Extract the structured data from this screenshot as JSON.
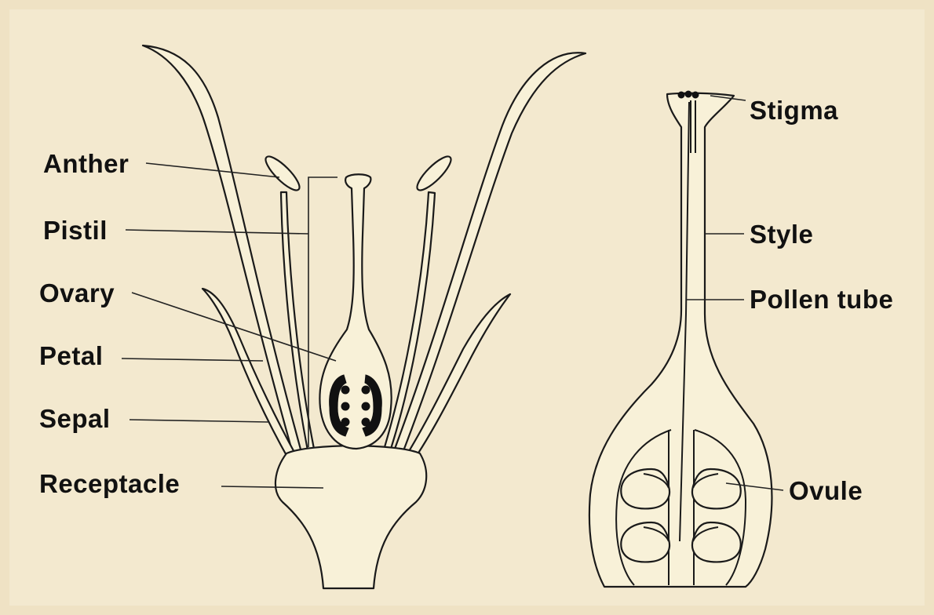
{
  "left_labels": {
    "anther": "Anther",
    "pistil": "Pistil",
    "ovary": "Ovary",
    "petal": "Petal",
    "sepal": "Sepal",
    "receptacle": "Receptacle"
  },
  "right_labels": {
    "stigma": "Stigma",
    "style": "Style",
    "pollen_tube": "Pollen tube",
    "ovule": "Ovule"
  },
  "colors": {
    "background": "#f3e9cf",
    "outer_background": "#efe2c4",
    "part_fill": "#f8f1d8",
    "ink": "#1a1a1a"
  }
}
